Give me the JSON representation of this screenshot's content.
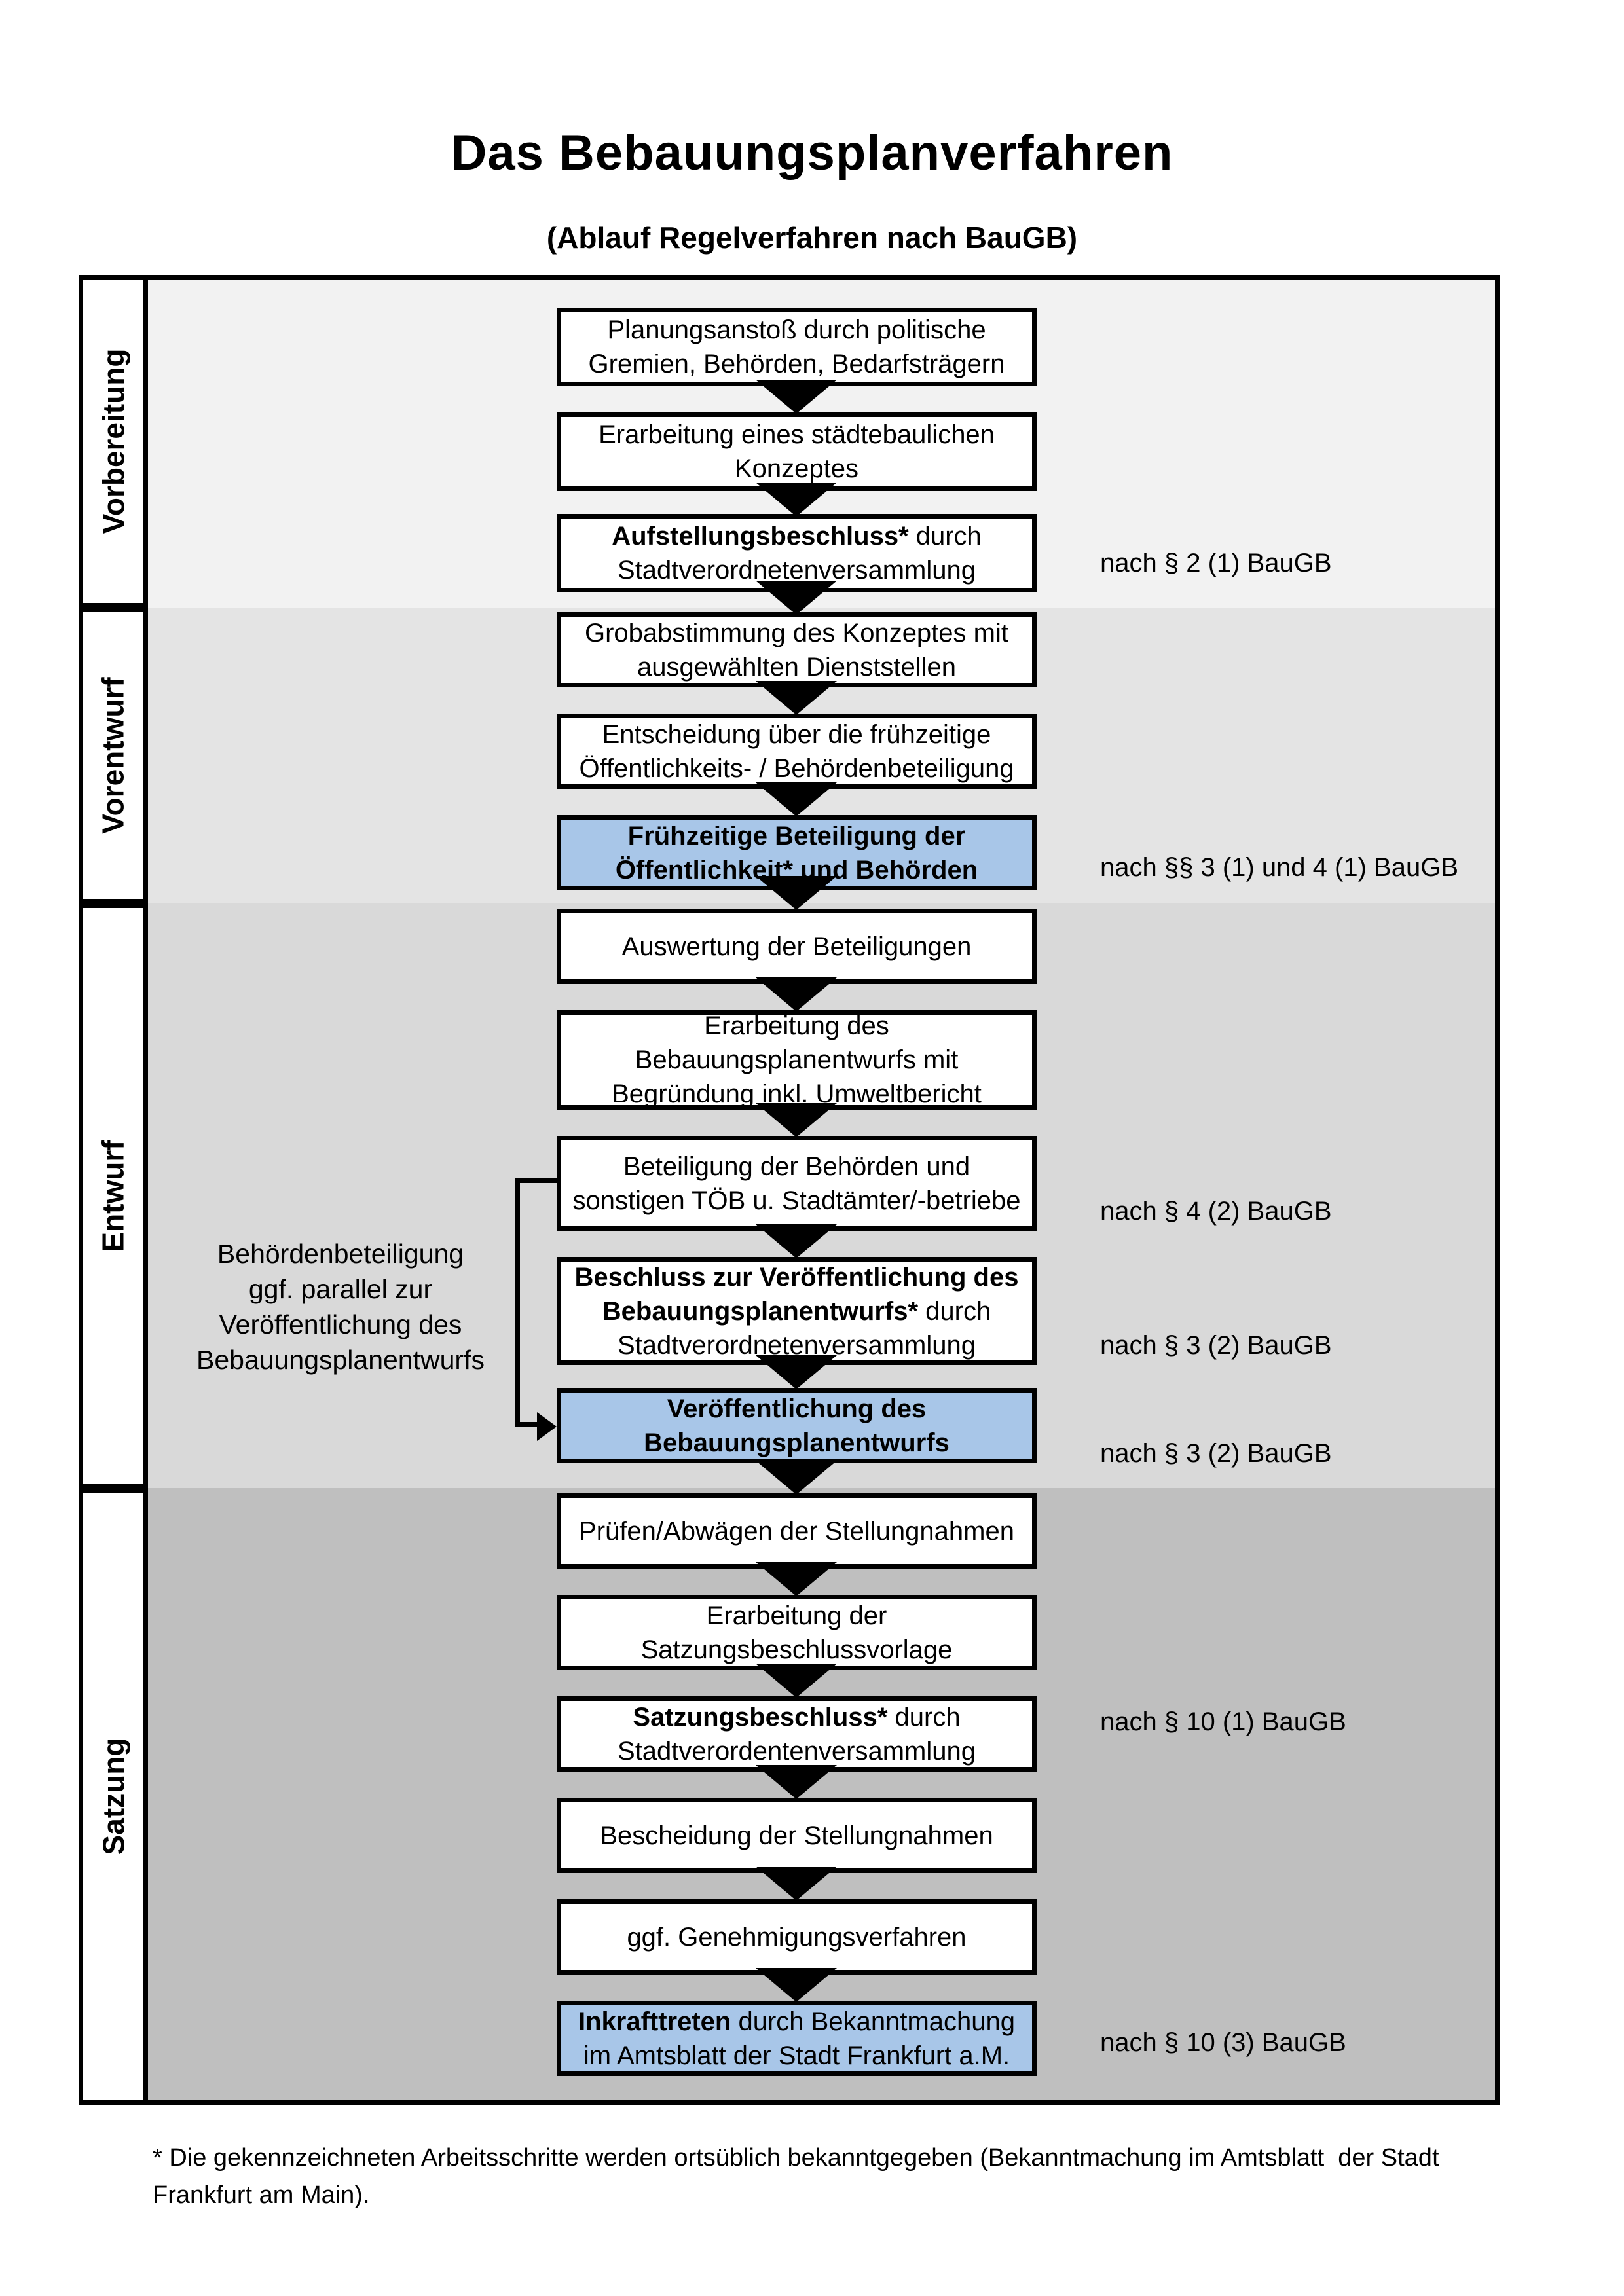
{
  "title": "Das Bebauungsplanverfahren",
  "subtitle": "(Ablauf Regelverfahren nach BauGB)",
  "colors": {
    "highlight": "#a8c6e8",
    "row_vorbereitung": "#f2f2f2",
    "row_vorentwurf": "#e4e4e4",
    "row_entwurf": "#d9d9d9",
    "row_satzung": "#bfbfbf"
  },
  "phases": [
    {
      "label": "Vorbereitung"
    },
    {
      "label": "Vorentwurf"
    },
    {
      "label": "Entwurf"
    },
    {
      "label": "Satzung"
    }
  ],
  "steps": [
    {
      "lines": [
        [
          {
            "t": "Planungsanstoß durch politische"
          }
        ],
        [
          {
            "t": "Gremien, Behörden, Bedarfsträgern"
          }
        ]
      ]
    },
    {
      "lines": [
        [
          {
            "t": "Erarbeitung eines städtebaulichen"
          }
        ],
        [
          {
            "t": "Konzeptes"
          }
        ]
      ]
    },
    {
      "lines": [
        [
          {
            "t": "Aufstellungsbeschluss*",
            "b": true
          },
          {
            "t": " durch"
          }
        ],
        [
          {
            "t": "Stadtverordnetenversammlung"
          }
        ]
      ]
    },
    {
      "lines": [
        [
          {
            "t": "Grobabstimmung des Konzeptes mit"
          }
        ],
        [
          {
            "t": "ausgewählten Dienststellen"
          }
        ]
      ]
    },
    {
      "lines": [
        [
          {
            "t": "Entscheidung über die frühzeitige"
          }
        ],
        [
          {
            "t": "Öffentlichkeits- / Behördenbeteiligung"
          }
        ]
      ]
    },
    {
      "highlight": true,
      "lines": [
        [
          {
            "t": "Frühzeitige Beteiligung der",
            "b": true
          }
        ],
        [
          {
            "t": "Öffentlichkeit* und Behörden",
            "b": true
          }
        ]
      ]
    },
    {
      "lines": [
        [
          {
            "t": "Auswertung der Beteiligungen"
          }
        ]
      ]
    },
    {
      "lines": [
        [
          {
            "t": "Erarbeitung des"
          }
        ],
        [
          {
            "t": "Bebauungsplanentwurfs mit"
          }
        ],
        [
          {
            "t": "Begründung inkl. Umweltbericht"
          }
        ]
      ]
    },
    {
      "lines": [
        [
          {
            "t": "Beteiligung der Behörden und"
          }
        ],
        [
          {
            "t": "sonstigen TÖB u. Stadtämter/-betriebe"
          }
        ]
      ]
    },
    {
      "lines": [
        [
          {
            "t": "Beschluss zur Veröffentlichung des",
            "b": true
          }
        ],
        [
          {
            "t": "Bebauungsplanentwurfs*",
            "b": true
          },
          {
            "t": " durch"
          }
        ],
        [
          {
            "t": "Stadtverordnetenversammlung"
          }
        ]
      ]
    },
    {
      "highlight": true,
      "lines": [
        [
          {
            "t": "Veröffentlichung des",
            "b": true
          }
        ],
        [
          {
            "t": "Bebauungsplanentwurfs",
            "b": true
          }
        ]
      ]
    },
    {
      "lines": [
        [
          {
            "t": "Prüfen/Abwägen der Stellungnahmen"
          }
        ]
      ]
    },
    {
      "lines": [
        [
          {
            "t": "Erarbeitung der"
          }
        ],
        [
          {
            "t": "Satzungsbeschlussvorlage"
          }
        ]
      ]
    },
    {
      "lines": [
        [
          {
            "t": "Satzungsbeschluss*",
            "b": true
          },
          {
            "t": " durch"
          }
        ],
        [
          {
            "t": "Stadtverordentenversammlung"
          }
        ]
      ]
    },
    {
      "lines": [
        [
          {
            "t": "Bescheidung der Stellungnahmen"
          }
        ]
      ]
    },
    {
      "lines": [
        [
          {
            "t": "ggf. Genehmigungsverfahren"
          }
        ]
      ]
    },
    {
      "highlight": true,
      "lines": [
        [
          {
            "t": "Inkrafttreten",
            "b": true
          },
          {
            "t": " durch Bekanntmachung"
          }
        ],
        [
          {
            "t": "im Amtsblatt der Stadt Frankfurt a.M."
          }
        ]
      ]
    }
  ],
  "annotations": [
    "nach § 2 (1) BauGB",
    "nach §§ 3 (1) und 4 (1) BauGB",
    "nach § 4 (2) BauGB",
    "nach § 3 (2) BauGB",
    "nach § 3 (2) BauGB",
    "nach § 10 (1) BauGB",
    "nach § 10 (3) BauGB"
  ],
  "side_note": {
    "lines": [
      "Behördenbeteiligung",
      "ggf. parallel zur",
      "Veröffentlichung des",
      "Bebauungsplanentwurfs"
    ]
  },
  "footnote": {
    "line1": "* Die gekennzeichneten Arbeitsschritte werden ortsüblich bekanntgegeben (Bekanntmachung im Amtsblatt  der Stadt",
    "line2": "Frankfurt am Main)."
  }
}
